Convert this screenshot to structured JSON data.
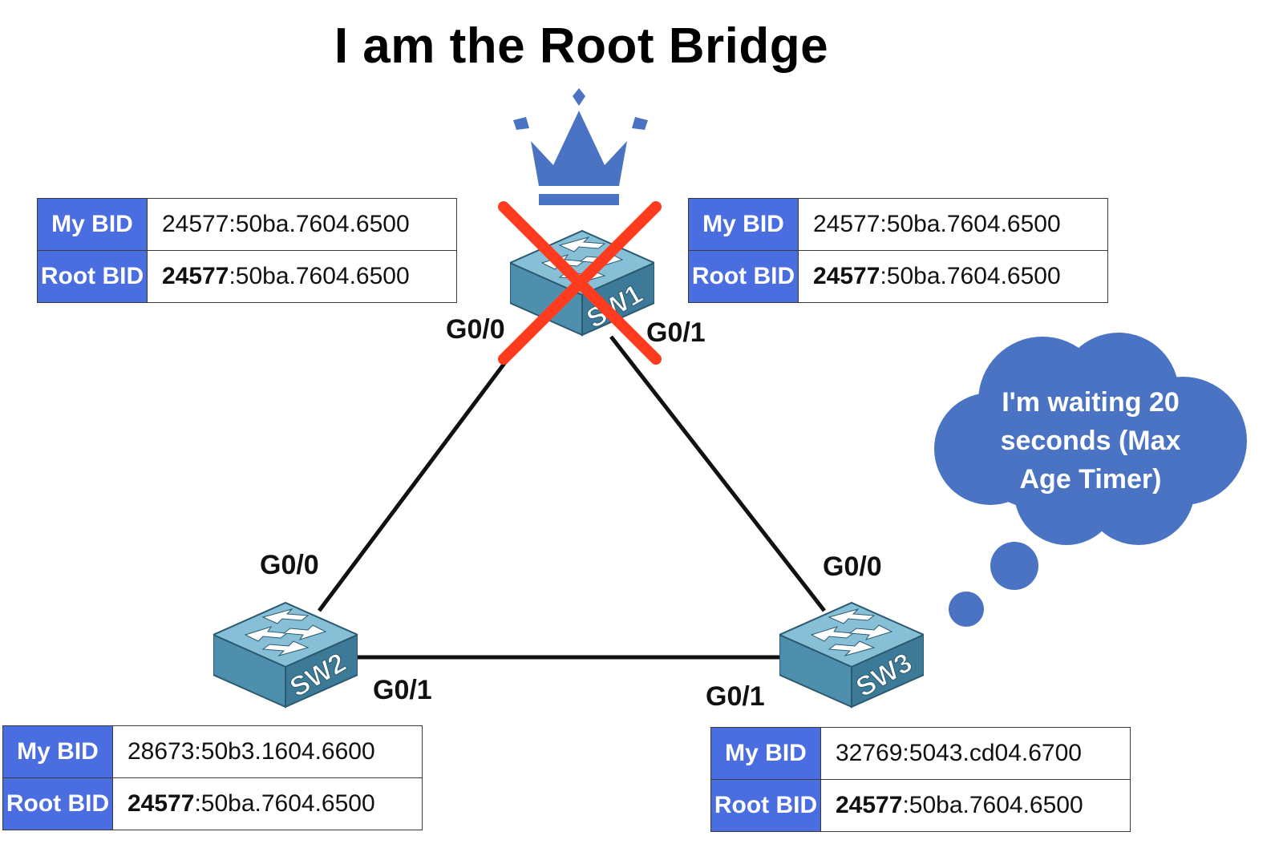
{
  "title": "I am the Root Bridge",
  "colors": {
    "accent_blue": "#4a6ee0",
    "crown_blue": "#4a73c4",
    "switch_blue": "#4f8fae",
    "cross_red": "#ff3b1f",
    "link": "#111111"
  },
  "icons": [
    "crown-icon",
    "switch-icon",
    "cross-icon",
    "thought-cloud-icon"
  ],
  "switches": {
    "sw1": {
      "label": "SW1",
      "ports": {
        "g0_0": "G0/0",
        "g0_1": "G0/1"
      },
      "my_bid_label": "My BID",
      "my_bid": "24577:50ba.7604.6500",
      "root_bid_label": "Root BID",
      "root_bid_priority": "24577",
      "root_bid_mac": ":50ba.7604.6500"
    },
    "sw1_dup": {
      "my_bid_label": "My BID",
      "my_bid": "24577:50ba.7604.6500",
      "root_bid_label": "Root BID",
      "root_bid_priority": "24577",
      "root_bid_mac": ":50ba.7604.6500"
    },
    "sw2": {
      "label": "SW2",
      "ports": {
        "g0_0": "G0/0",
        "g0_1": "G0/1"
      },
      "my_bid_label": "My BID",
      "my_bid": "28673:50b3.1604.6600",
      "root_bid_label": "Root BID",
      "root_bid_priority": "24577",
      "root_bid_mac": ":50ba.7604.6500"
    },
    "sw3": {
      "label": "SW3",
      "ports": {
        "g0_0": "G0/0",
        "g0_1": "G0/1"
      },
      "my_bid_label": "My BID",
      "my_bid": "32769:5043.cd04.6700",
      "root_bid_label": "Root BID",
      "root_bid_priority": "24577",
      "root_bid_mac": ":50ba.7604.6500"
    }
  },
  "thought": {
    "line1": "I'm waiting 20",
    "line2": "seconds (Max",
    "line3": "Age Timer)"
  }
}
